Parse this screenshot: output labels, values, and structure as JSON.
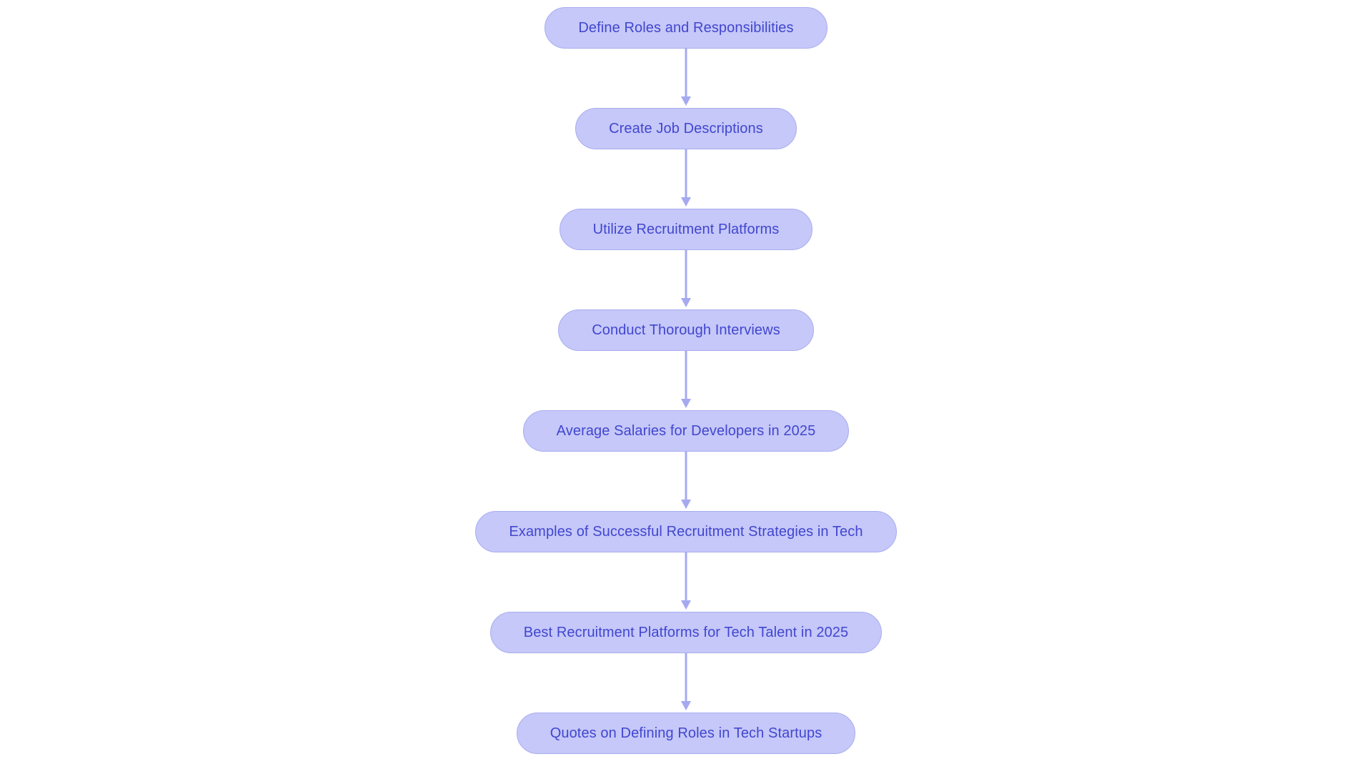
{
  "diagram": {
    "type": "flowchart",
    "orientation": "vertical-top-to-bottom",
    "background_color": "#ffffff",
    "node_fill_color": "#c5c8f8",
    "node_border_color": "#a9adef",
    "node_text_color": "#4246cf",
    "connector_color": "#a5a9f0",
    "node_count": 8,
    "nodes": [
      {
        "id": "n1",
        "label": "Define Roles and Responsibilities"
      },
      {
        "id": "n2",
        "label": "Create Job Descriptions"
      },
      {
        "id": "n3",
        "label": "Utilize Recruitment Platforms"
      },
      {
        "id": "n4",
        "label": "Conduct Thorough Interviews"
      },
      {
        "id": "n5",
        "label": "Average Salaries for Developers in 2025"
      },
      {
        "id": "n6",
        "label": "Examples of Successful Recruitment Strategies in Tech"
      },
      {
        "id": "n7",
        "label": "Best Recruitment Platforms for Tech Talent in 2025"
      },
      {
        "id": "n8",
        "label": "Quotes on Defining Roles in Tech Startups"
      }
    ],
    "edges": [
      {
        "from": "n1",
        "to": "n2",
        "arrow": "down"
      },
      {
        "from": "n2",
        "to": "n3",
        "arrow": "down"
      },
      {
        "from": "n3",
        "to": "n4",
        "arrow": "down"
      },
      {
        "from": "n4",
        "to": "n5",
        "arrow": "down"
      },
      {
        "from": "n5",
        "to": "n6",
        "arrow": "down"
      },
      {
        "from": "n6",
        "to": "n7",
        "arrow": "down"
      },
      {
        "from": "n7",
        "to": "n8",
        "arrow": "down"
      }
    ]
  }
}
